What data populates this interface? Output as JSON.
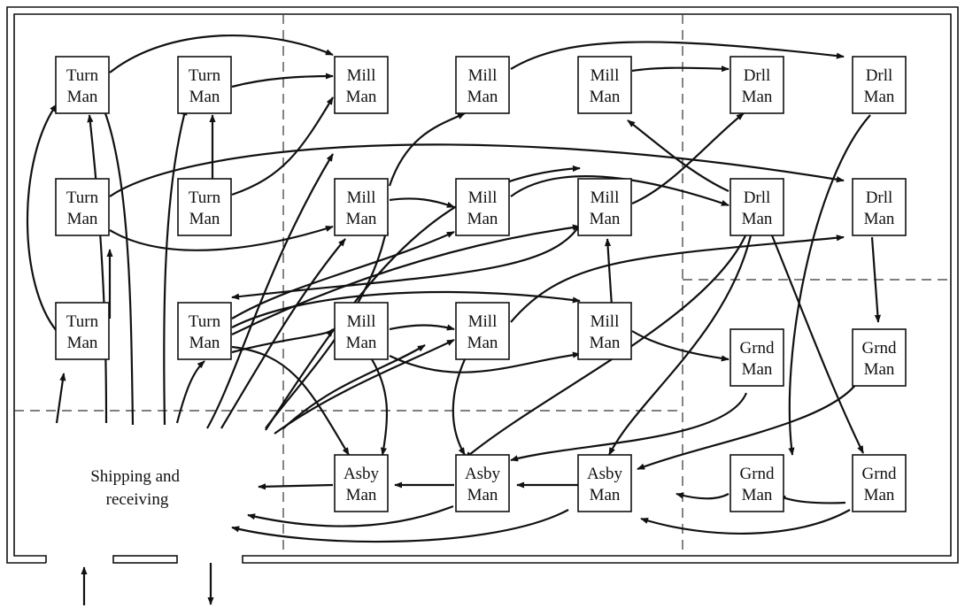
{
  "diagram": {
    "stations": [
      {
        "id": "t1",
        "line1": "Turn",
        "line2": "Man"
      },
      {
        "id": "t2",
        "line1": "Turn",
        "line2": "Man"
      },
      {
        "id": "m1",
        "line1": "Mill",
        "line2": "Man"
      },
      {
        "id": "m2",
        "line1": "Mill",
        "line2": "Man"
      },
      {
        "id": "m3",
        "line1": "Mill",
        "line2": "Man"
      },
      {
        "id": "d1",
        "line1": "Drll",
        "line2": "Man"
      },
      {
        "id": "d2",
        "line1": "Drll",
        "line2": "Man"
      },
      {
        "id": "t3",
        "line1": "Turn",
        "line2": "Man"
      },
      {
        "id": "t4",
        "line1": "Turn",
        "line2": "Man"
      },
      {
        "id": "m4",
        "line1": "Mill",
        "line2": "Man"
      },
      {
        "id": "m5",
        "line1": "Mill",
        "line2": "Man"
      },
      {
        "id": "m6",
        "line1": "Mill",
        "line2": "Man"
      },
      {
        "id": "d3",
        "line1": "Drll",
        "line2": "Man"
      },
      {
        "id": "d4",
        "line1": "Drll",
        "line2": "Man"
      },
      {
        "id": "t5",
        "line1": "Turn",
        "line2": "Man"
      },
      {
        "id": "t6",
        "line1": "Turn",
        "line2": "Man"
      },
      {
        "id": "m7",
        "line1": "Mill",
        "line2": "Man"
      },
      {
        "id": "m8",
        "line1": "Mill",
        "line2": "Man"
      },
      {
        "id": "m9",
        "line1": "Mill",
        "line2": "Man"
      },
      {
        "id": "g1",
        "line1": "Grnd",
        "line2": "Man"
      },
      {
        "id": "g2",
        "line1": "Grnd",
        "line2": "Man"
      },
      {
        "id": "a1",
        "line1": "Asby",
        "line2": "Man"
      },
      {
        "id": "a2",
        "line1": "Asby",
        "line2": "Man"
      },
      {
        "id": "a3",
        "line1": "Asby",
        "line2": "Man"
      },
      {
        "id": "g3",
        "line1": "Grnd",
        "line2": "Man"
      },
      {
        "id": "g4",
        "line1": "Grnd",
        "line2": "Man"
      }
    ],
    "shipping_label": [
      "Shipping and",
      "receiving"
    ]
  }
}
